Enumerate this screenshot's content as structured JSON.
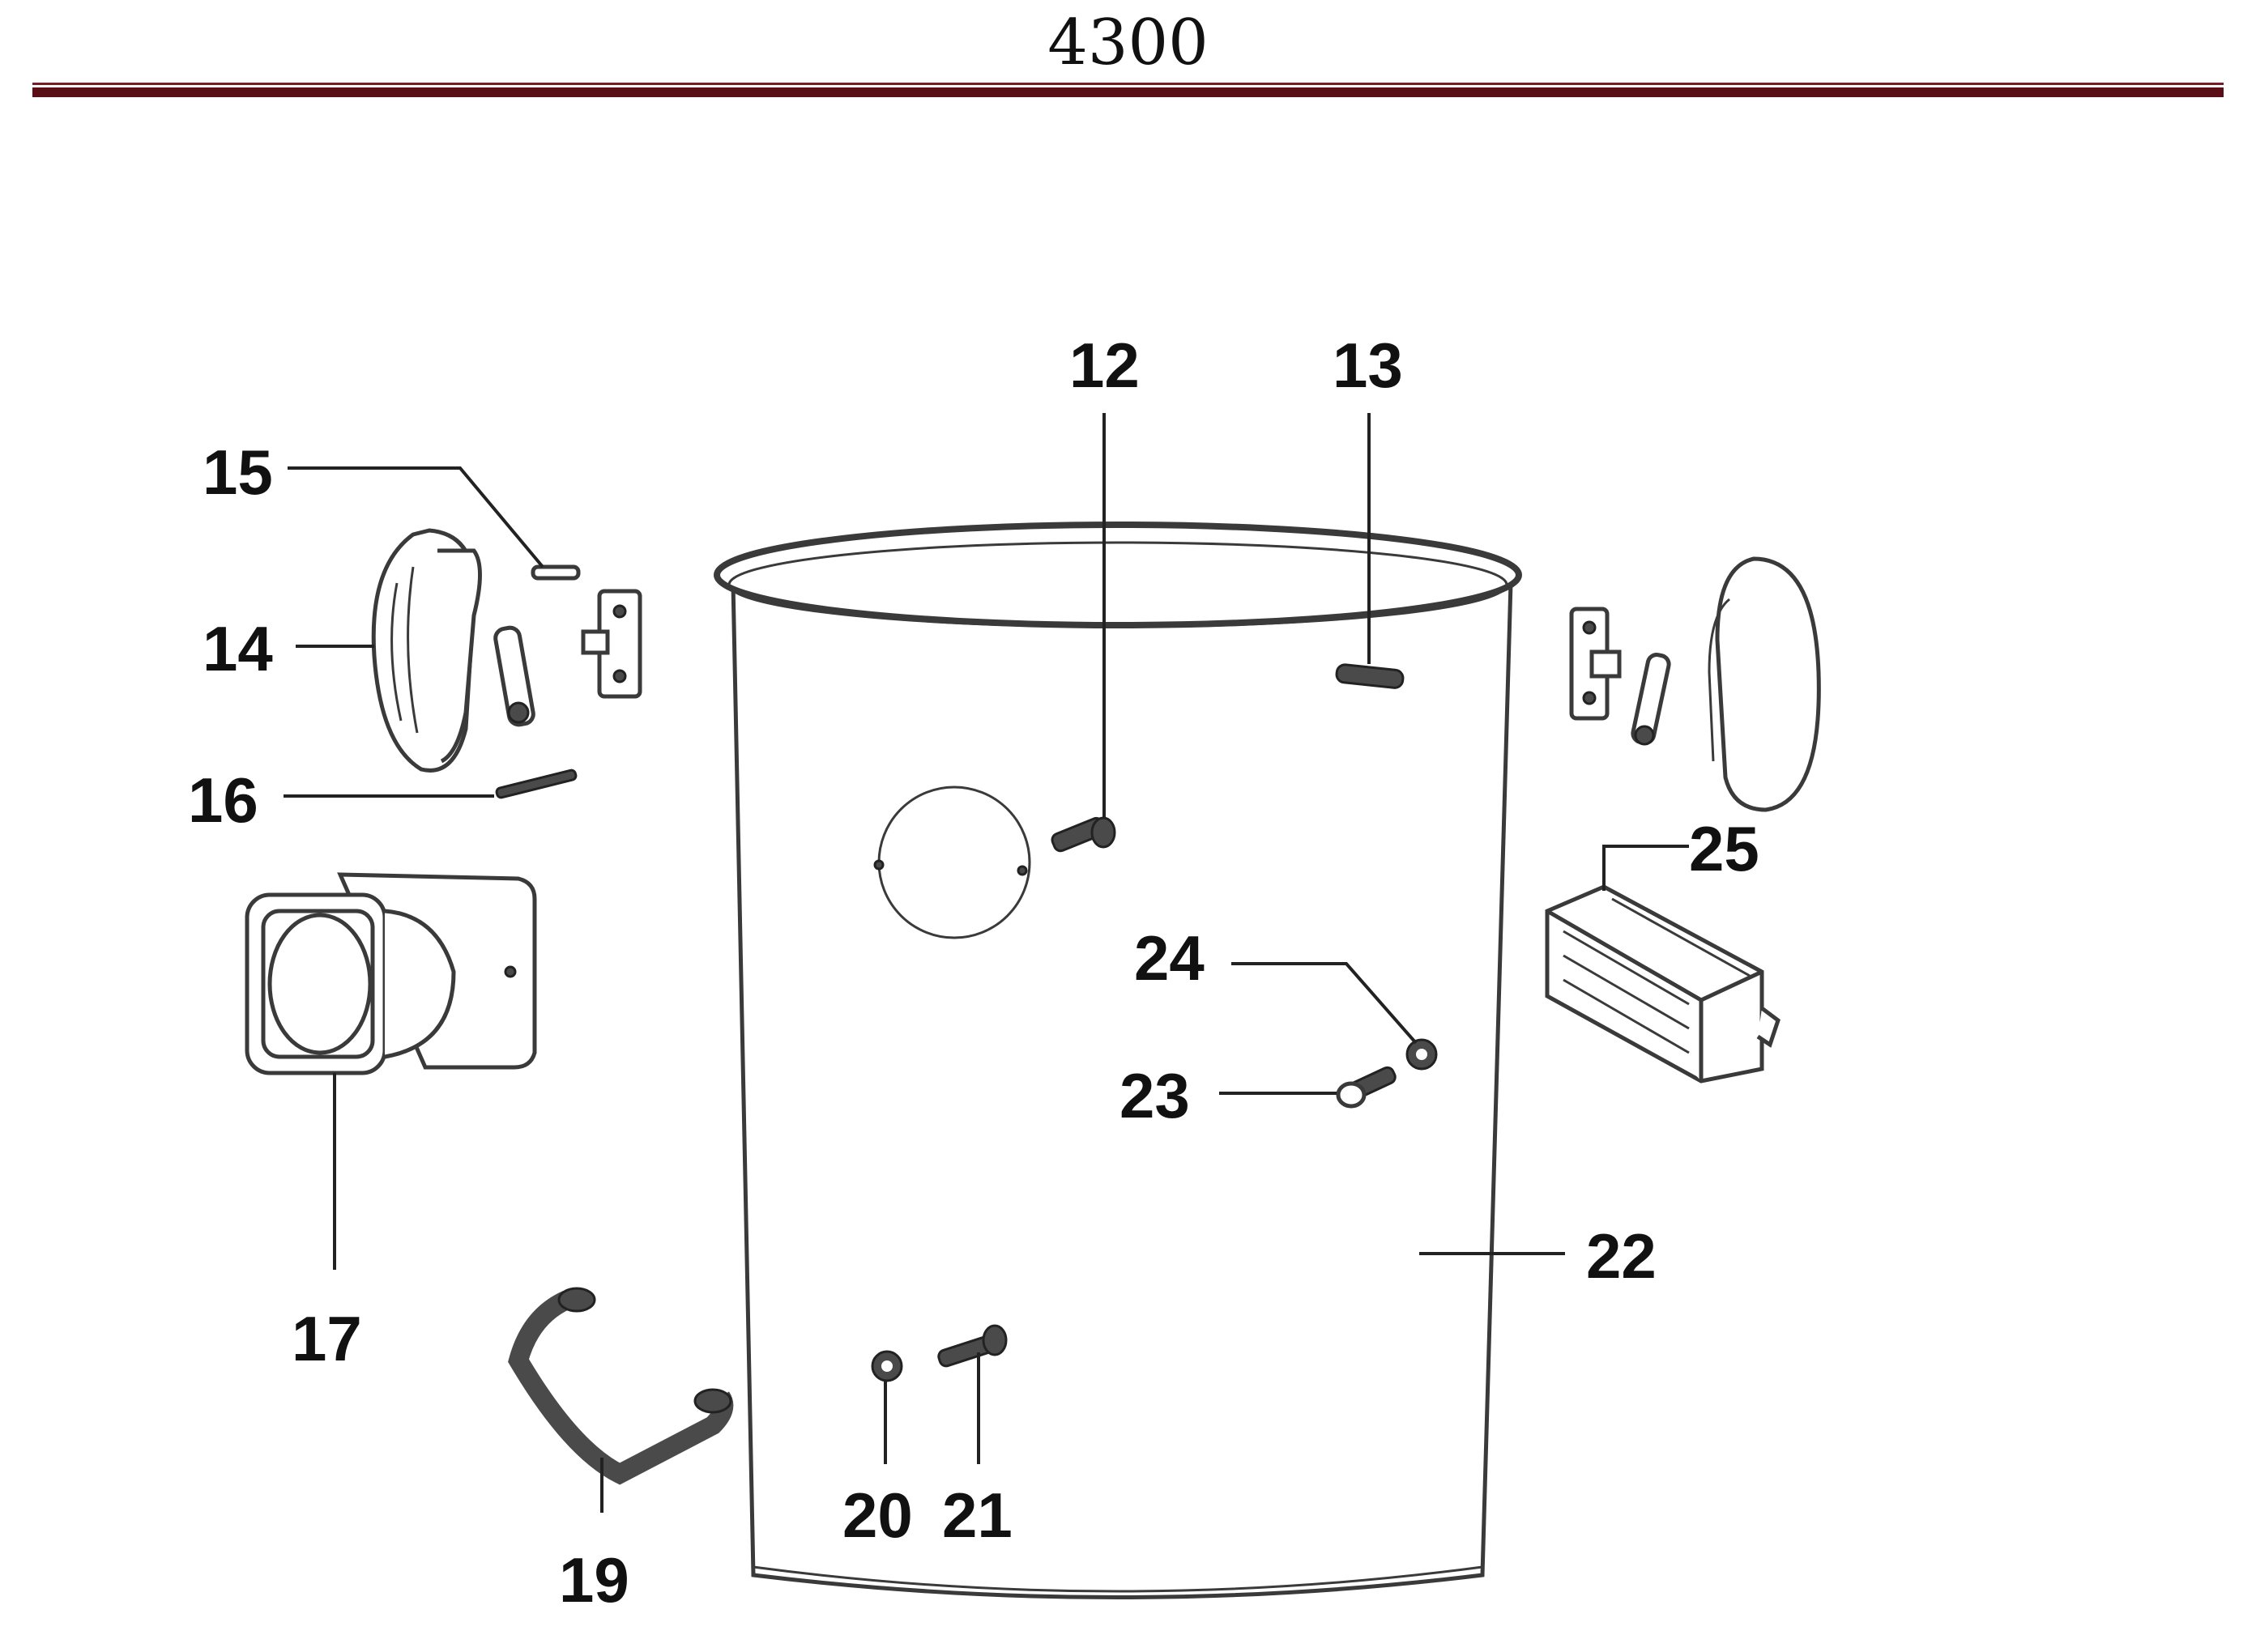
{
  "header": {
    "title": "4300"
  },
  "callouts": {
    "c12": "12",
    "c13": "13",
    "c14": "14",
    "c15": "15",
    "c16": "16",
    "c17": "17",
    "c19": "19",
    "c20": "20",
    "c21": "21",
    "c22": "22",
    "c23": "23",
    "c24": "24",
    "c25": "25"
  },
  "colors": {
    "header_rule": "#5a0f16",
    "line_art": "#3a3a3a",
    "background": "#ffffff"
  }
}
